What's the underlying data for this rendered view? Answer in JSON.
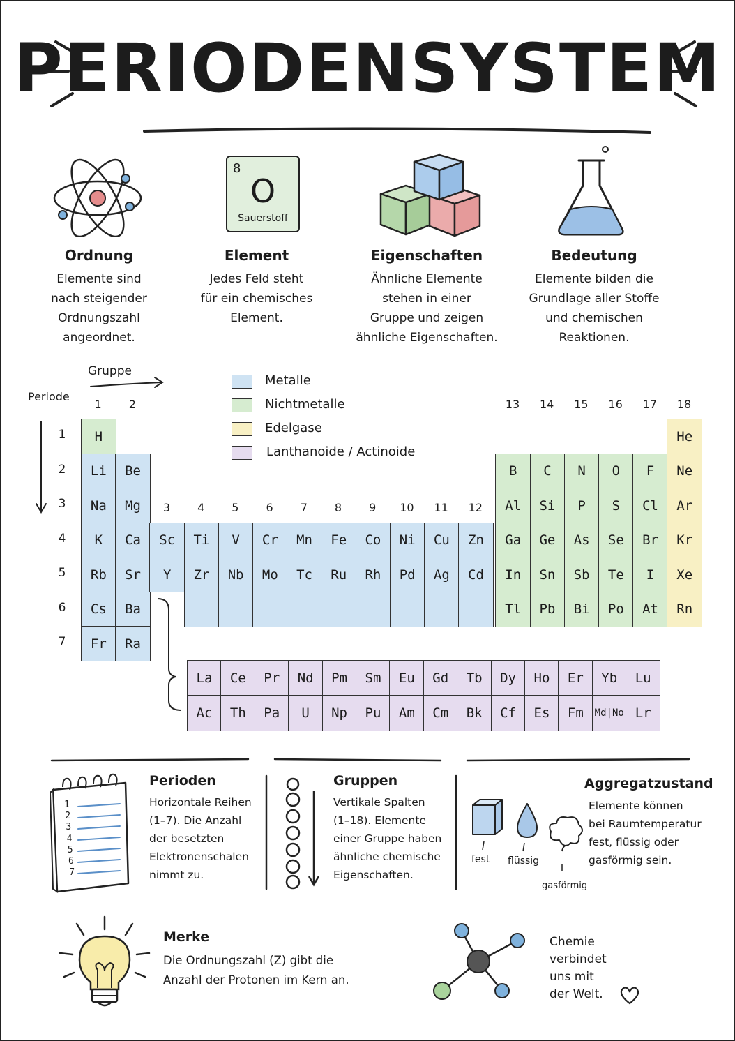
{
  "title": "PERIODENSYSTEM",
  "features": [
    {
      "heading": "Ordnung",
      "text": "Elemente sind\nnach steigender\nOrdnungszahl\nangeordnet."
    },
    {
      "heading": "Element",
      "text": "Jedes Feld steht\nfür ein chemisches\nElement."
    },
    {
      "heading": "Eigenschaften",
      "text": "Ähnliche Elemente\nstehen in einer\nGruppe und zeigen\nähnliche Eigenschaften."
    },
    {
      "heading": "Bedeutung",
      "text": "Elemente bilden die\nGrundlage aller Stoffe\nund chemischen\nReaktionen."
    }
  ],
  "element_icon": {
    "number": "8",
    "symbol": "O",
    "name": "Sauerstoff"
  },
  "axis": {
    "group_label": "Gruppe",
    "period_label": "Periode"
  },
  "legend": [
    {
      "label": "Metalle",
      "color": "#cfe3f3"
    },
    {
      "label": "Nichtmetalle",
      "color": "#d6ecd0"
    },
    {
      "label": "Edelgase",
      "color": "#f8f0c4"
    },
    {
      "label": "Lanthanoide / Actinoide",
      "color": "#e6dcef"
    }
  ],
  "colors": {
    "metal": "#cfe3f3",
    "nonmetal": "#d6ecd0",
    "noble": "#f8f0c4",
    "lanth": "#e6dcef"
  },
  "group_numbers": [
    "1",
    "2",
    "3",
    "4",
    "5",
    "6",
    "7",
    "8",
    "9",
    "10",
    "11",
    "12",
    "13",
    "14",
    "15",
    "16",
    "17",
    "18"
  ],
  "period_numbers": [
    "1",
    "2",
    "3",
    "4",
    "5",
    "6",
    "7"
  ],
  "elements": [
    {
      "s": "H",
      "g": 1,
      "p": 1,
      "c": "nonmetal"
    },
    {
      "s": "He",
      "g": 18,
      "p": 1,
      "c": "noble"
    },
    {
      "s": "Li",
      "g": 1,
      "p": 2,
      "c": "metal"
    },
    {
      "s": "Be",
      "g": 2,
      "p": 2,
      "c": "metal"
    },
    {
      "s": "B",
      "g": 13,
      "p": 2,
      "c": "nonmetal"
    },
    {
      "s": "C",
      "g": 14,
      "p": 2,
      "c": "nonmetal"
    },
    {
      "s": "N",
      "g": 15,
      "p": 2,
      "c": "nonmetal"
    },
    {
      "s": "O",
      "g": 16,
      "p": 2,
      "c": "nonmetal"
    },
    {
      "s": "F",
      "g": 17,
      "p": 2,
      "c": "nonmetal"
    },
    {
      "s": "Ne",
      "g": 18,
      "p": 2,
      "c": "noble"
    },
    {
      "s": "Na",
      "g": 1,
      "p": 3,
      "c": "metal"
    },
    {
      "s": "Mg",
      "g": 2,
      "p": 3,
      "c": "metal"
    },
    {
      "s": "Al",
      "g": 13,
      "p": 3,
      "c": "nonmetal"
    },
    {
      "s": "Si",
      "g": 14,
      "p": 3,
      "c": "nonmetal"
    },
    {
      "s": "P",
      "g": 15,
      "p": 3,
      "c": "nonmetal"
    },
    {
      "s": "S",
      "g": 16,
      "p": 3,
      "c": "nonmetal"
    },
    {
      "s": "Cl",
      "g": 17,
      "p": 3,
      "c": "nonmetal"
    },
    {
      "s": "Ar",
      "g": 18,
      "p": 3,
      "c": "noble"
    },
    {
      "s": "K",
      "g": 1,
      "p": 4,
      "c": "metal"
    },
    {
      "s": "Ca",
      "g": 2,
      "p": 4,
      "c": "metal"
    },
    {
      "s": "Sc",
      "g": 3,
      "p": 4,
      "c": "metal"
    },
    {
      "s": "Ti",
      "g": 4,
      "p": 4,
      "c": "metal"
    },
    {
      "s": "V",
      "g": 5,
      "p": 4,
      "c": "metal"
    },
    {
      "s": "Cr",
      "g": 6,
      "p": 4,
      "c": "metal"
    },
    {
      "s": "Mn",
      "g": 7,
      "p": 4,
      "c": "metal"
    },
    {
      "s": "Fe",
      "g": 8,
      "p": 4,
      "c": "metal"
    },
    {
      "s": "Co",
      "g": 9,
      "p": 4,
      "c": "metal"
    },
    {
      "s": "Ni",
      "g": 10,
      "p": 4,
      "c": "metal"
    },
    {
      "s": "Cu",
      "g": 11,
      "p": 4,
      "c": "metal"
    },
    {
      "s": "Zn",
      "g": 12,
      "p": 4,
      "c": "metal"
    },
    {
      "s": "Ga",
      "g": 13,
      "p": 4,
      "c": "nonmetal"
    },
    {
      "s": "Ge",
      "g": 14,
      "p": 4,
      "c": "nonmetal"
    },
    {
      "s": "As",
      "g": 15,
      "p": 4,
      "c": "nonmetal"
    },
    {
      "s": "Se",
      "g": 16,
      "p": 4,
      "c": "nonmetal"
    },
    {
      "s": "Br",
      "g": 17,
      "p": 4,
      "c": "nonmetal"
    },
    {
      "s": "Kr",
      "g": 18,
      "p": 4,
      "c": "noble"
    },
    {
      "s": "Rb",
      "g": 1,
      "p": 5,
      "c": "metal"
    },
    {
      "s": "Sr",
      "g": 2,
      "p": 5,
      "c": "metal"
    },
    {
      "s": "Y",
      "g": 3,
      "p": 5,
      "c": "metal"
    },
    {
      "s": "Zr",
      "g": 4,
      "p": 5,
      "c": "metal"
    },
    {
      "s": "Nb",
      "g": 5,
      "p": 5,
      "c": "metal"
    },
    {
      "s": "Mo",
      "g": 6,
      "p": 5,
      "c": "metal"
    },
    {
      "s": "Tc",
      "g": 7,
      "p": 5,
      "c": "metal"
    },
    {
      "s": "Ru",
      "g": 8,
      "p": 5,
      "c": "metal"
    },
    {
      "s": "Rh",
      "g": 9,
      "p": 5,
      "c": "metal"
    },
    {
      "s": "Pd",
      "g": 10,
      "p": 5,
      "c": "metal"
    },
    {
      "s": "Ag",
      "g": 11,
      "p": 5,
      "c": "metal"
    },
    {
      "s": "Cd",
      "g": 12,
      "p": 5,
      "c": "metal"
    },
    {
      "s": "In",
      "g": 13,
      "p": 5,
      "c": "nonmetal"
    },
    {
      "s": "Sn",
      "g": 14,
      "p": 5,
      "c": "nonmetal"
    },
    {
      "s": "Sb",
      "g": 15,
      "p": 5,
      "c": "nonmetal"
    },
    {
      "s": "Te",
      "g": 16,
      "p": 5,
      "c": "nonmetal"
    },
    {
      "s": "I",
      "g": 17,
      "p": 5,
      "c": "nonmetal"
    },
    {
      "s": "Xe",
      "g": 18,
      "p": 5,
      "c": "noble"
    },
    {
      "s": "Cs",
      "g": 1,
      "p": 6,
      "c": "metal"
    },
    {
      "s": "Ba",
      "g": 2,
      "p": 6,
      "c": "metal"
    },
    {
      "s": "",
      "g": 4,
      "p": 6,
      "c": "metal"
    },
    {
      "s": "",
      "g": 5,
      "p": 6,
      "c": "metal"
    },
    {
      "s": "",
      "g": 6,
      "p": 6,
      "c": "metal"
    },
    {
      "s": "",
      "g": 7,
      "p": 6,
      "c": "metal"
    },
    {
      "s": "",
      "g": 8,
      "p": 6,
      "c": "metal"
    },
    {
      "s": "",
      "g": 9,
      "p": 6,
      "c": "metal"
    },
    {
      "s": "",
      "g": 10,
      "p": 6,
      "c": "metal"
    },
    {
      "s": "",
      "g": 11,
      "p": 6,
      "c": "metal"
    },
    {
      "s": "",
      "g": 12,
      "p": 6,
      "c": "metal"
    },
    {
      "s": "Tl",
      "g": 13,
      "p": 6,
      "c": "nonmetal"
    },
    {
      "s": "Pb",
      "g": 14,
      "p": 6,
      "c": "nonmetal"
    },
    {
      "s": "Bi",
      "g": 15,
      "p": 6,
      "c": "nonmetal"
    },
    {
      "s": "Po",
      "g": 16,
      "p": 6,
      "c": "nonmetal"
    },
    {
      "s": "At",
      "g": 17,
      "p": 6,
      "c": "nonmetal"
    },
    {
      "s": "Rn",
      "g": 18,
      "p": 6,
      "c": "noble"
    },
    {
      "s": "Fr",
      "g": 1,
      "p": 7,
      "c": "metal"
    },
    {
      "s": "Ra",
      "g": 2,
      "p": 7,
      "c": "metal"
    }
  ],
  "lanthanides": [
    "La",
    "Ce",
    "Pr",
    "Nd",
    "Pm",
    "Sm",
    "Eu",
    "Gd",
    "Tb",
    "Dy",
    "Ho",
    "Er",
    "Yb",
    "Lu"
  ],
  "actinides": [
    "Ac",
    "Th",
    "Pa",
    "U",
    "Np",
    "Pu",
    "Am",
    "Cm",
    "Bk",
    "Cf",
    "Es",
    "Fm",
    "Md|No",
    "Lr"
  ],
  "perioden": {
    "heading": "Perioden",
    "text": "Horizontale Reihen\n(1–7). Die Anzahl\nder besetzten\nElektronenschalen\nnimmt zu.",
    "list": [
      "1",
      "2",
      "3",
      "4",
      "5",
      "6",
      "7"
    ]
  },
  "gruppen": {
    "heading": "Gruppen",
    "text": "Vertikale Spalten\n(1–18). Elemente\neiner Gruppe haben\nähnliche chemische\nEigenschaften."
  },
  "aggregat": {
    "heading": "Aggregatzustand",
    "text": "Elemente können\nbei Raumtemperatur\nfest, flüssig oder\ngasförmig sein.",
    "fest": "fest",
    "fluessig": "flüssig",
    "gas": "gasförmig"
  },
  "merke": {
    "heading": "Merke",
    "text": "Die Ordnungszahl (Z) gibt die\nAnzahl der Protonen im Kern an."
  },
  "closing": "Chemie\nverbindet\nuns mit\nder Welt."
}
